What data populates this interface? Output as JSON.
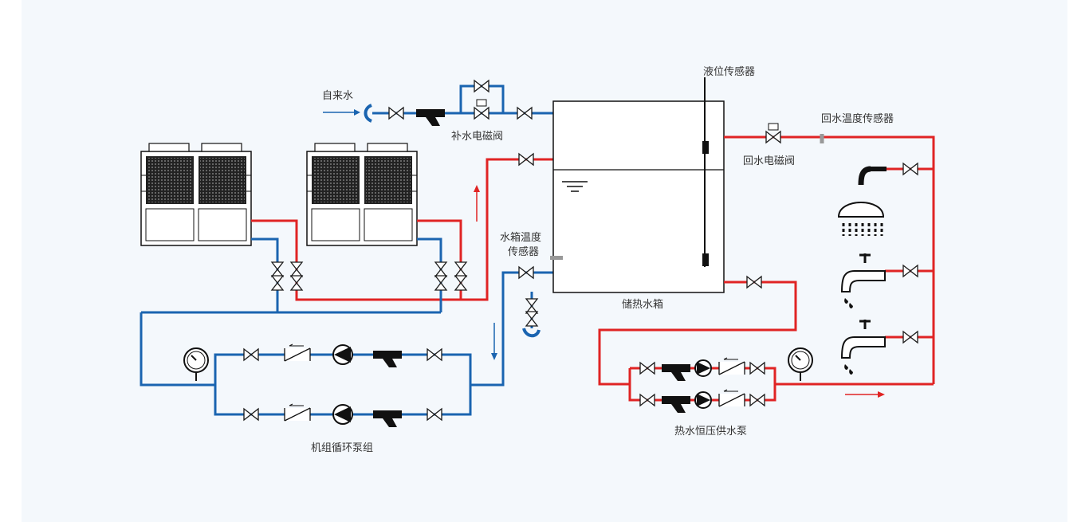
{
  "labels": {
    "tap_water": "自来水",
    "makeup_valve": "补水电磁阀",
    "level_sensor": "液位传感器",
    "return_valve": "回水电磁阀",
    "return_temp_sensor": "回水温度传感器",
    "tank_temp_sensor_line1": "水箱温度",
    "tank_temp_sensor_line2": "传感器",
    "storage_tank": "储热水箱",
    "unit_pump_group": "机组循环泵组",
    "hot_water_pump": "热水恒压供水泵"
  },
  "colors": {
    "hot_pipe": "#e02424",
    "cold_pipe": "#1a64b0",
    "background": "#f4f8fc",
    "equipment": "#111111"
  },
  "icons": [
    "heat-pump-unit-icon",
    "gate-valve-icon",
    "check-valve-icon",
    "pump-icon",
    "y-strainer-icon",
    "pressure-gauge-icon",
    "shower-head-icon",
    "faucet-icon",
    "flow-arrow-icon",
    "solenoid-valve-icon"
  ]
}
